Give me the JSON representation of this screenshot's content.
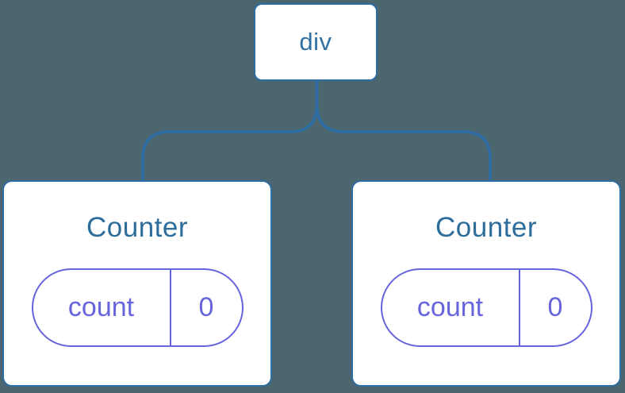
{
  "diagram": {
    "description": "React component tree diagram",
    "root": {
      "label": "div"
    },
    "children": [
      {
        "title": "Counter",
        "state": [
          {
            "name": "count",
            "value": "0"
          }
        ]
      },
      {
        "title": "Counter",
        "state": [
          {
            "name": "count",
            "value": "0"
          }
        ]
      }
    ],
    "colors": {
      "background": "#4c6670",
      "node_border_blue": "#2b6da4",
      "node_text_blue": "#2d6d9b",
      "root_text_blue": "#3171a3",
      "state_purple": "#6765dc",
      "card_background": "#ffffff"
    }
  }
}
